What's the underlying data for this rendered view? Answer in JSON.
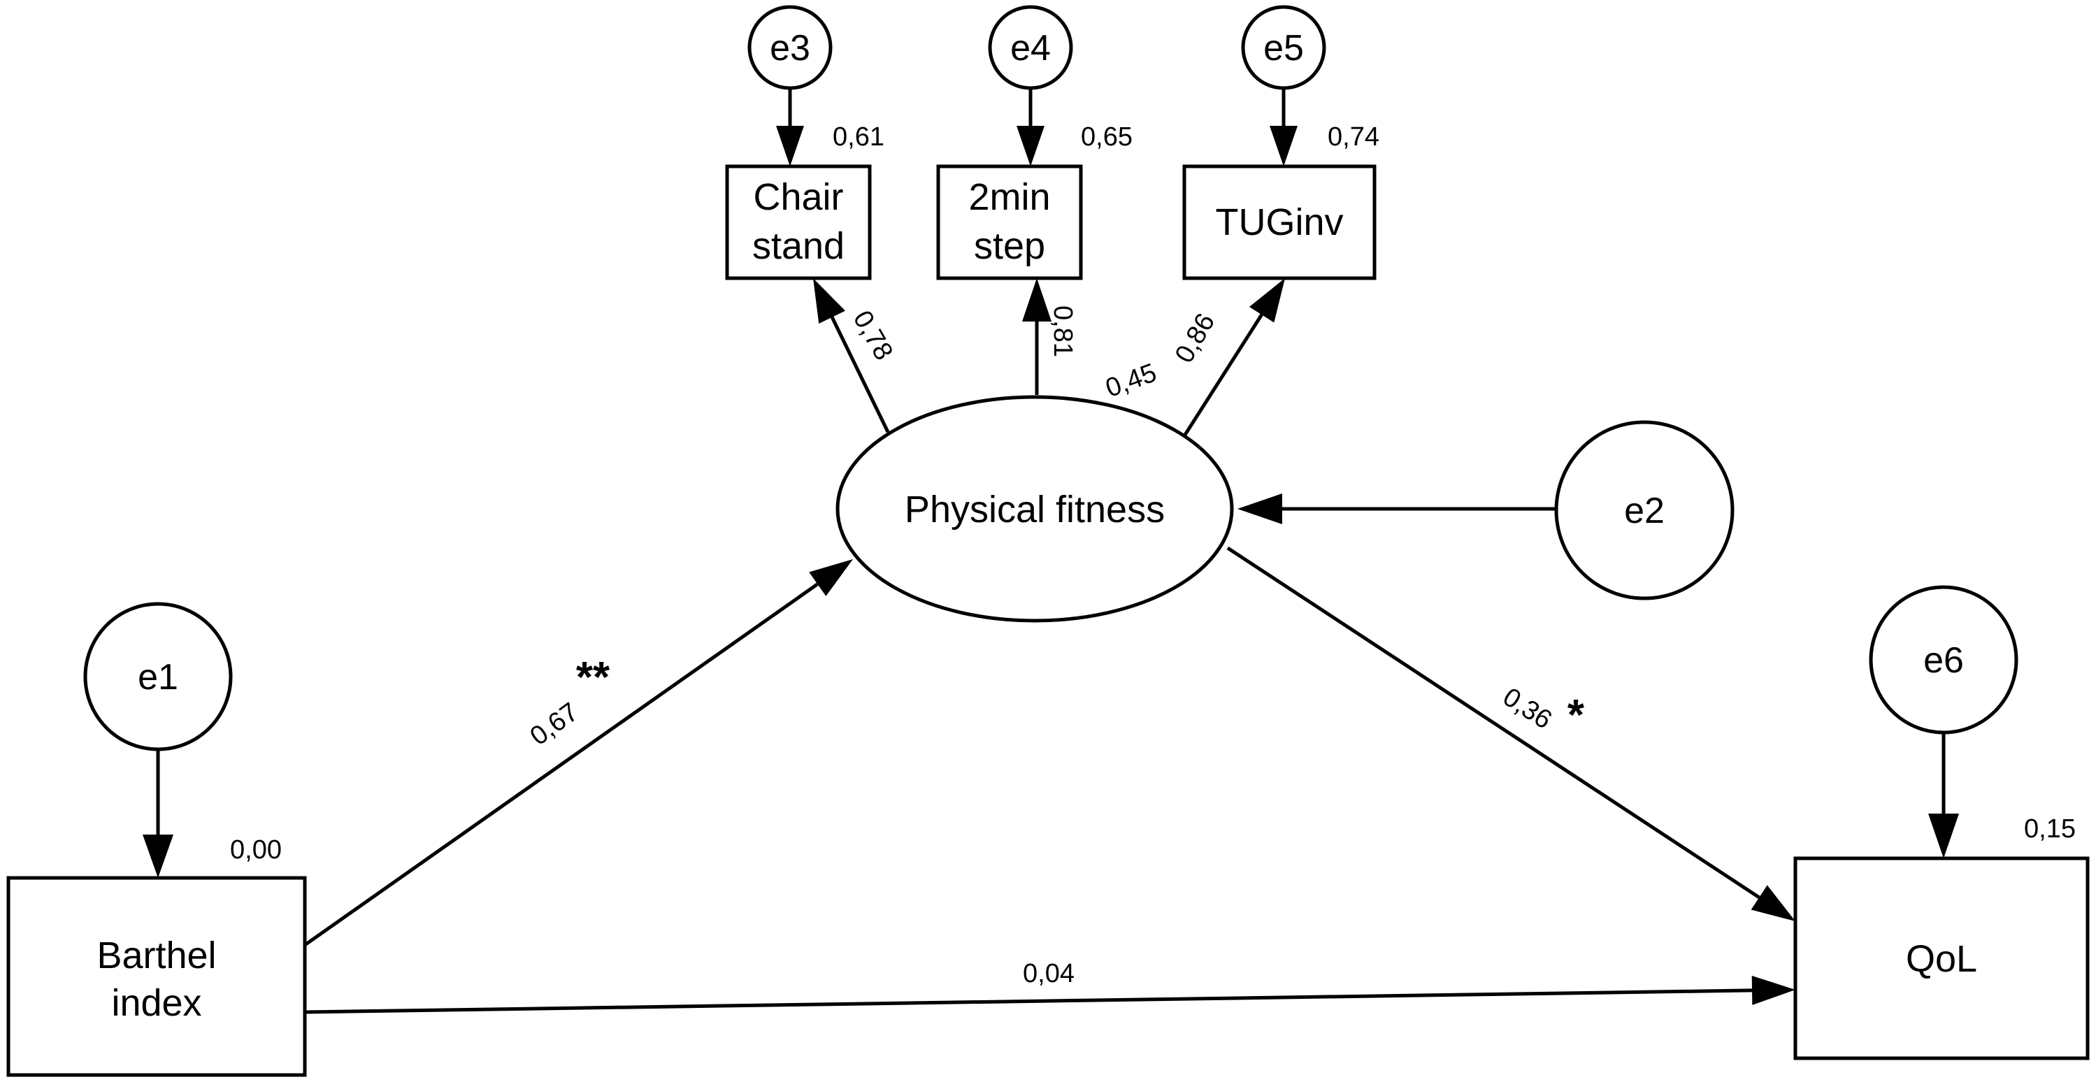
{
  "nodes": {
    "chair_stand": {
      "lines": [
        "Chair",
        "stand"
      ]
    },
    "two_min_step": {
      "lines": [
        "2min",
        "step"
      ]
    },
    "tuginv": {
      "lines": [
        "TUGinv"
      ]
    },
    "physical_fitness": {
      "label": "Physical fitness"
    },
    "barthel_index": {
      "lines": [
        "Barthel",
        "index"
      ]
    },
    "qol": {
      "lines": [
        "QoL"
      ]
    }
  },
  "errors": {
    "e1": "e1",
    "e2": "e2",
    "e3": "e3",
    "e4": "e4",
    "e5": "e5",
    "e6": "e6"
  },
  "variance_explained": {
    "chair_stand": "0,61",
    "two_min_step": "0,65",
    "tuginv": "0,74",
    "physical_fitness": "0,45",
    "barthel_index": "0,00",
    "qol": "0,15"
  },
  "paths": {
    "pf_to_chair_stand": "0,78",
    "pf_to_two_min_step": "0,81",
    "pf_to_tuginv": "0,86",
    "barthel_to_pf": {
      "value": "0,67",
      "significance": "**"
    },
    "pf_to_qol": {
      "value": "0,36",
      "significance": "*"
    },
    "barthel_to_qol": "0,04"
  },
  "colors": {
    "stroke": "#000000",
    "fill": "#ffffff"
  }
}
